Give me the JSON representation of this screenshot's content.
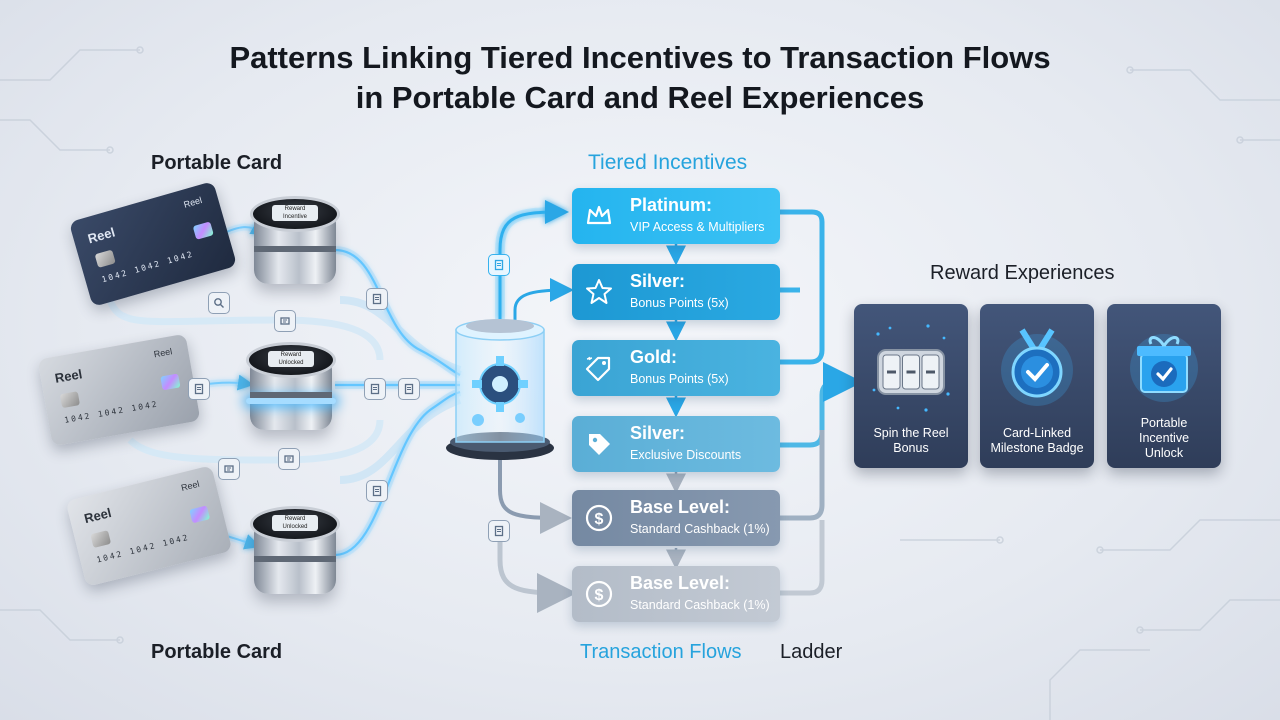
{
  "title": {
    "line1": "Patterns Linking Tiered Incentives to Transaction Flows",
    "line2": "in Portable Card and Reel Experiences"
  },
  "labels": {
    "portable_card_top": "Portable Card",
    "portable_card_bottom": "Portable Card",
    "tiered_incentives": "Tiered Incentives",
    "reward_experiences": "Reward Experiences",
    "transaction_flows": "Transaction Flows",
    "ladder": "Ladder"
  },
  "cards": [
    {
      "brand": "Reel",
      "brand2": "Reel",
      "number": "1042  1042  1042",
      "color": "#2b3852"
    },
    {
      "brand": "Reel",
      "brand2": "Reel",
      "number": "1042  1042  1042",
      "color": "#b9bec7"
    },
    {
      "brand": "Reel",
      "brand2": "Reel",
      "number": "1042  1042  1042",
      "color": "#c4c8cf"
    }
  ],
  "readers": [
    {
      "screen_text": "Reward Incentive"
    },
    {
      "screen_text": "Reward Unlocked"
    },
    {
      "screen_text": "Reward Unlocked"
    }
  ],
  "tiers": [
    {
      "name": "Platinum:",
      "desc": "VIP Access & Multipliers",
      "icon": "crown-icon",
      "color": "#27b6ee"
    },
    {
      "name": "Silver:",
      "desc": "Bonus Points (5x)",
      "icon": "star-icon",
      "color": "#1f9fd8"
    },
    {
      "name": "Gold:",
      "desc": "Bonus Points (5x)",
      "icon": "tag-icon",
      "color": "#3aa9d9"
    },
    {
      "name": "Silver:",
      "desc": "Exclusive Discounts",
      "icon": "tag-icon",
      "color": "#5fb3d9"
    },
    {
      "name": "Base Level:",
      "desc": "Standard Cashback (1%)",
      "icon": "dollar-icon",
      "color": "#7f93ab"
    },
    {
      "name": "Base Level:",
      "desc": "Standard Cashback (1%)",
      "icon": "dollar-icon",
      "color": "#bcc4cf"
    }
  ],
  "rewards": [
    {
      "label_line1": "Spin the Reel",
      "label_line2": "Bonus",
      "label_line3": "",
      "icon": "slot-reel-icon"
    },
    {
      "label_line1": "Card-Linked",
      "label_line2": "Milestone Badge",
      "label_line3": "",
      "icon": "badge-icon"
    },
    {
      "label_line1": "Portable",
      "label_line2": "Incentive",
      "label_line3": "Unlock",
      "icon": "gift-icon"
    }
  ],
  "colors": {
    "accent_blue": "#26a3dd",
    "flow_glow": "#46b8ff",
    "tile_dark": "#2f3d59"
  }
}
